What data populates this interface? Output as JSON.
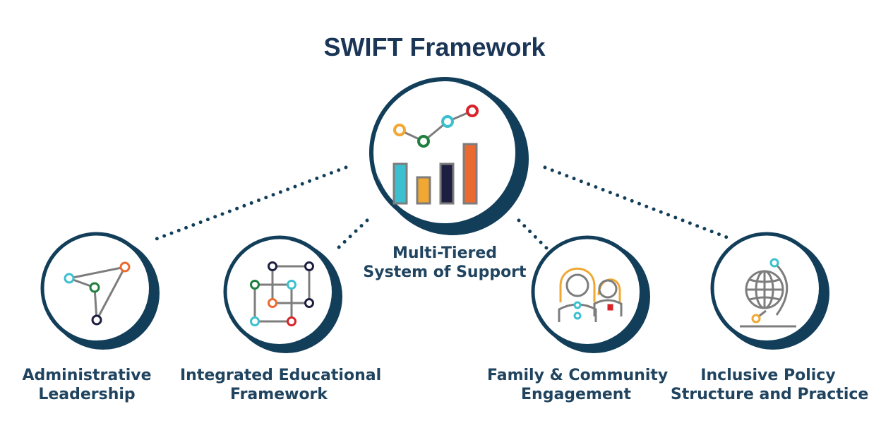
{
  "title": "SWIFT Framework",
  "colors": {
    "navy": "#123e5a",
    "text": "#20445f",
    "gray": "#7d7d7d",
    "teal": "#3cc0cf",
    "orange": "#eb6a31",
    "yellow": "#f0a833",
    "green": "#1f7f3f",
    "red": "#d8232a",
    "dark": "#1e1e40"
  },
  "center": {
    "line1": "Multi-Tiered",
    "line2": "System of Support",
    "icon": "bar-line-chart-icon"
  },
  "nodes": [
    {
      "line1": "Administrative",
      "line2": "Leadership",
      "icon": "network-triangle-icon"
    },
    {
      "line1": "Integrated Educational",
      "line2": "Framework",
      "icon": "grid-squares-icon"
    },
    {
      "line1": "Family & Community",
      "line2": "Engagement",
      "icon": "family-people-icon"
    },
    {
      "line1": "Inclusive Policy",
      "line2": "Structure and Practice",
      "icon": "globe-icon"
    }
  ]
}
